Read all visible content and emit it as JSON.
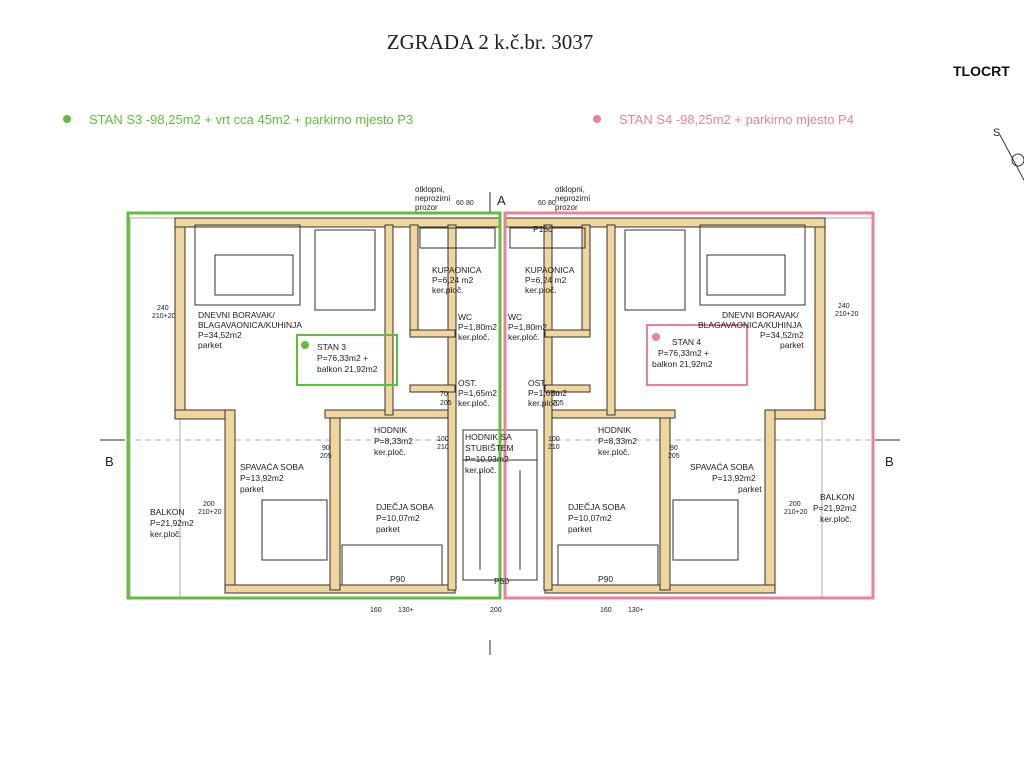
{
  "title": "ZGRADA 2 k.č.br. 3037",
  "tlocrt": "TLOCRT",
  "legend": {
    "s3": "STAN S3 -98,25m2 + vrt cca 45m2 + parkirno mjesto P3",
    "s4": "STAN S4 -98,25m2 + parkirno mjesto P4"
  },
  "colors": {
    "s3": "#5fbf3a",
    "s4": "#e8829a",
    "wall": "#f0d69a",
    "line": "#333333"
  },
  "compass": "S",
  "section_a": "A",
  "section_b": "B",
  "window_note": [
    "otklopni,",
    "neprozirni",
    "prozor"
  ],
  "left": {
    "living": [
      "DNEVNI BORAVAK/",
      "BLAGAVAONICA/KUHINJA",
      "P=34,52m2",
      "parket"
    ],
    "unit": [
      "STAN 3",
      "P=76,33m2 +",
      "balkon 21,92m2"
    ],
    "bath": [
      "KUPAONICA",
      "P=6,24 m2",
      "ker.ploč."
    ],
    "wc": [
      "WC",
      "P=1,80m2",
      "ker.ploč."
    ],
    "closet": [
      "OST.",
      "P=1,65m2",
      "ker.ploč."
    ],
    "hall": [
      "HODNIK",
      "P=8,33m2",
      "ker.ploč."
    ],
    "bedroom": [
      "SPAVAĆA SOBA",
      "P=13,92m2",
      "parket"
    ],
    "kids": [
      "DJEČJA SOBA",
      "P=10,07m2",
      "parket"
    ],
    "balcony": [
      "BALKON",
      "P=21,92m2",
      "ker.ploč."
    ],
    "p90": "P90"
  },
  "right": {
    "living": [
      "DNEVNI BORAVAK/",
      "BLAGAVAONICA/KUHINJA",
      "P=34,52m2",
      "parket"
    ],
    "unit": [
      "STAN 4",
      "P=76,33m2 +",
      "balkon 21,92m2"
    ],
    "bath": [
      "KUPAONICA",
      "P=6,24 m2",
      "ker.ploč."
    ],
    "wc": [
      "WC",
      "P=1,80m2",
      "ker.ploč."
    ],
    "closet": [
      "OST.",
      "P=1,65m2",
      "ker.ploč."
    ],
    "hall": [
      "HODNIK",
      "P=8,33m2",
      "ker.ploč."
    ],
    "bedroom": [
      "SPAVAĆA SOBA",
      "P=13,92m2",
      "parket"
    ],
    "kids": [
      "DJEČJA SOBA",
      "P=10,07m2",
      "parket"
    ],
    "balcony": [
      "BALKON",
      "P=21,92m2",
      "ker.ploč."
    ],
    "p90": "P90"
  },
  "stair": [
    "HODNIK SA",
    "STUBIŠTEM",
    "P=10,93m2",
    "ker.ploč."
  ],
  "p50": "P50",
  "p150": "P150",
  "dims": {
    "d240": "240",
    "d210_20": "210+20",
    "d200": "200",
    "d90": "90",
    "d205": "205",
    "d70": "70",
    "d100": "100",
    "d210": "210",
    "d160": "160",
    "d130_20": "130+",
    "d60": "60",
    "d80": "80"
  }
}
